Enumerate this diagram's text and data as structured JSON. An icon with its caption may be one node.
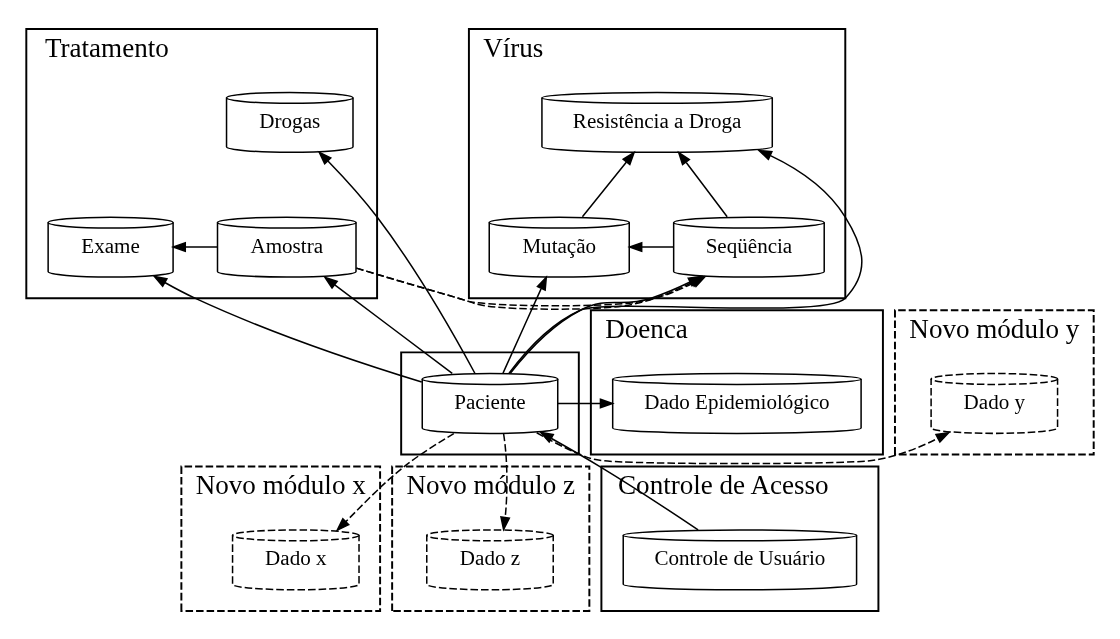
{
  "diagram": {
    "nodes": [
      {
        "text": [
          "Tratamento"
        ]
      },
      {
        "text": [
          "Amostra"
        ],
        "in": 0
      },
      {
        "text": [
          "Exame"
        ],
        "in": 0
      },
      {
        "text": [
          "Drogas"
        ],
        "in": 0
      },
      {
        "text": [
          "Vírus"
        ]
      },
      {
        "text": [
          "Seqüência"
        ],
        "in": 4
      },
      {
        "text": [
          "Mutação"
        ],
        "in": 4
      },
      {
        "text": [
          "Resistência a Droga"
        ],
        "in": 4
      },
      {
        "text": [
          "Doenca"
        ]
      },
      {
        "text": [
          "Dado Epidemiológico"
        ],
        "in": 8
      },
      {
        "text": [],
        "shape": "box"
      },
      {
        "text": [
          "Paciente"
        ],
        "in": 10
      },
      {
        "text": [
          "Novo módulo y"
        ]
      },
      {
        "text": [
          "Dado y"
        ],
        "in": 12
      },
      {
        "text": [
          "Controle de Acesso"
        ]
      },
      {
        "text": [
          "Controle de Usuário"
        ],
        "in": 14
      },
      {
        "text": [
          "Novo módulo x"
        ]
      },
      {
        "text": [
          "Dado x"
        ],
        "in": 16
      },
      {
        "text": [
          "Novo módulo z"
        ]
      },
      {
        "text": [
          "Dado z"
        ],
        "in": 18
      }
    ],
    "edges": [
      {
        "from": 1,
        "to": 2,
        "arrow": "to"
      },
      {
        "from": 1,
        "to": 5,
        "arrow": "to",
        "style": "dashed"
      },
      {
        "from": 5,
        "to": 6,
        "arrow": "to"
      },
      {
        "from": 5,
        "to": 7,
        "arrow": "to"
      },
      {
        "from": 6,
        "to": 7,
        "arrow": "to"
      },
      {
        "from": 11,
        "to": 2,
        "arrow": "to"
      },
      {
        "from": 11,
        "to": 1,
        "arrow": "to"
      },
      {
        "from": 11,
        "to": 3,
        "arrow": "to"
      },
      {
        "from": 11,
        "to": 6,
        "arrow": "to"
      },
      {
        "from": 11,
        "to": 5,
        "arrow": "to"
      },
      {
        "from": 11,
        "to": 7,
        "arrow": "to"
      },
      {
        "from": 11,
        "to": 9,
        "arrow": "to"
      },
      {
        "from": 15,
        "to": 11,
        "arrow": "to"
      },
      {
        "from": 11,
        "to": 13,
        "arrow": "to",
        "style": "dashed"
      },
      {
        "from": 11,
        "to": 17,
        "arrow": "to",
        "style": "dashed"
      },
      {
        "from": 11,
        "to": 19,
        "arrow": "to",
        "style": "dashed"
      }
    ]
  }
}
